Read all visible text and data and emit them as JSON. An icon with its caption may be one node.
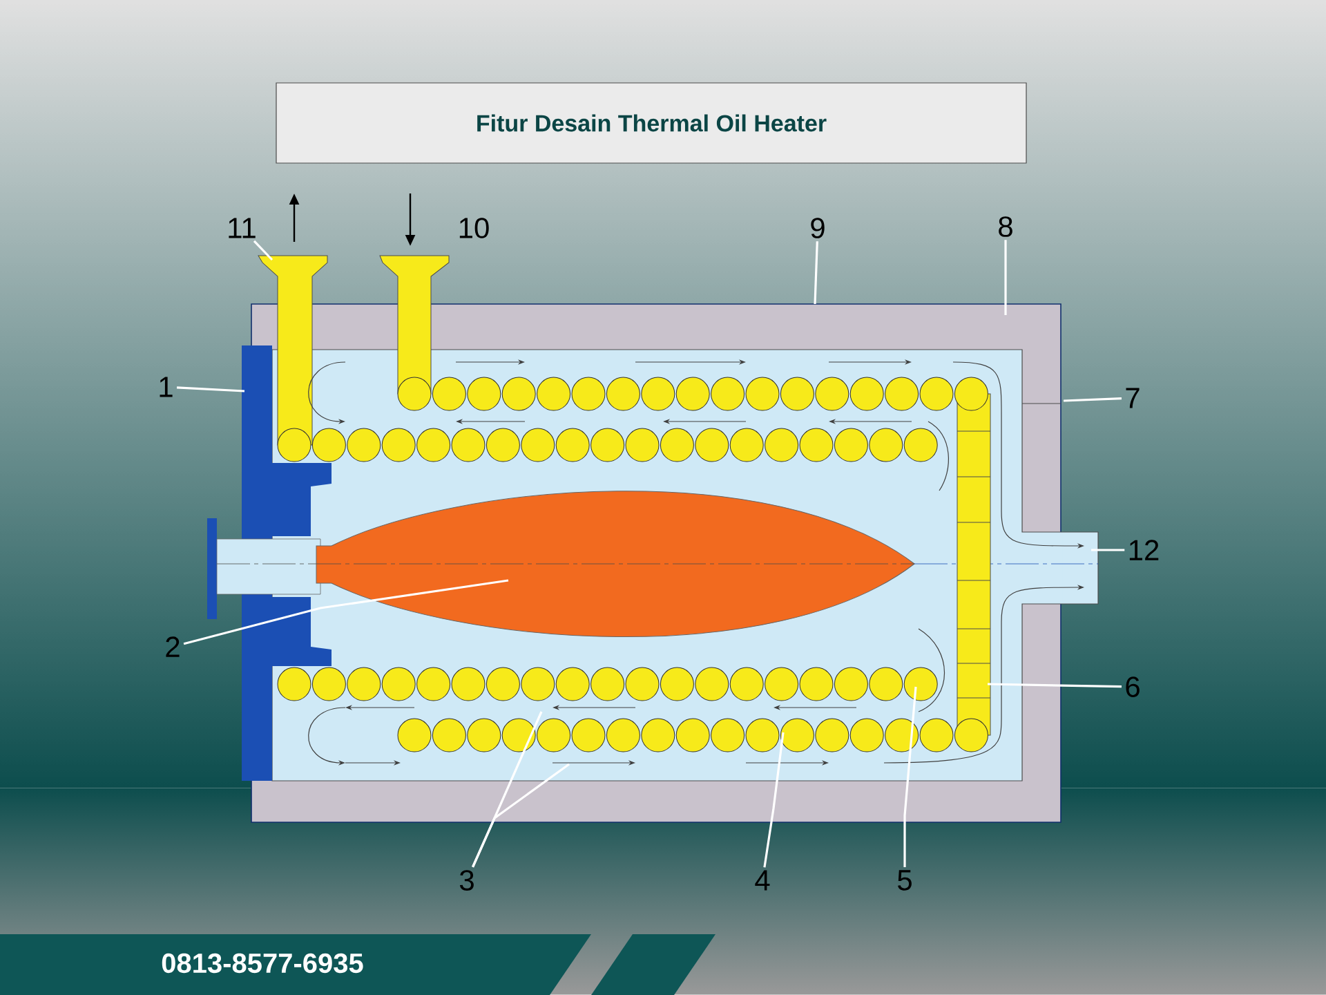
{
  "diagram": {
    "title": "Fitur Desain Thermal Oil Heater",
    "nodes": [
      {
        "text": [
          "11"
        ]
      },
      {
        "text": [
          "10"
        ]
      },
      {
        "text": [
          "9"
        ]
      },
      {
        "text": [
          "8"
        ]
      },
      {
        "text": [
          "1"
        ]
      },
      {
        "text": [
          "7"
        ]
      },
      {
        "text": [
          "12"
        ]
      },
      {
        "text": [
          "2"
        ]
      },
      {
        "text": [
          "6"
        ]
      },
      {
        "text": [
          "3"
        ]
      },
      {
        "text": [
          "4"
        ]
      },
      {
        "text": [
          "5"
        ]
      }
    ],
    "edges": [
      {
        "from": 0,
        "to": null,
        "arrow": "none"
      },
      {
        "from": 2,
        "to": null,
        "arrow": "none"
      },
      {
        "from": 3,
        "to": null,
        "arrow": "none"
      },
      {
        "from": 4,
        "to": null,
        "arrow": "none"
      },
      {
        "from": 5,
        "to": null,
        "arrow": "none"
      },
      {
        "from": 6,
        "to": null,
        "arrow": "none"
      },
      {
        "from": 7,
        "to": null,
        "arrow": "none"
      },
      {
        "from": 8,
        "to": null,
        "arrow": "none"
      },
      {
        "from": 9,
        "to": null,
        "arrow": "none"
      },
      {
        "from": 9,
        "to": null,
        "arrow": "none"
      },
      {
        "from": 10,
        "to": null,
        "arrow": "none"
      },
      {
        "from": 11,
        "to": null,
        "arrow": "none"
      }
    ],
    "labels": [
      "0813-8577-6935"
    ]
  }
}
